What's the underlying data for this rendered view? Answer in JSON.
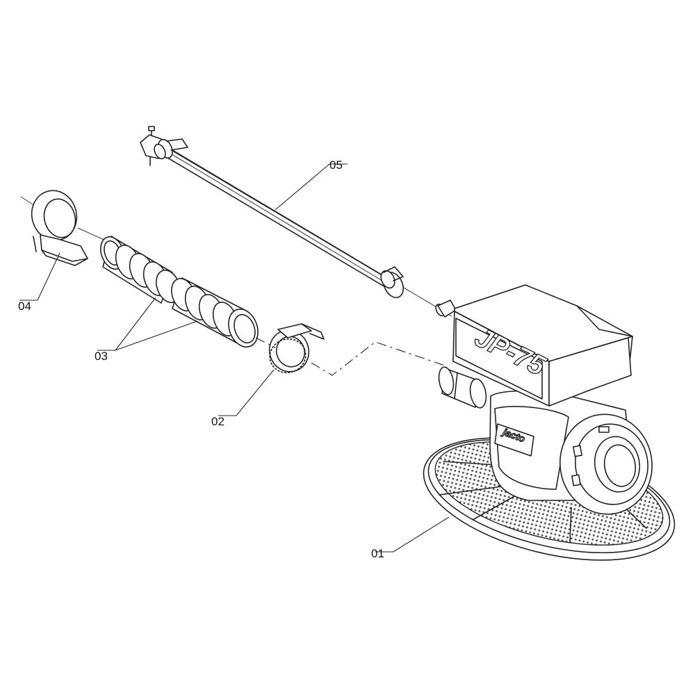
{
  "callouts": {
    "c01": "01",
    "c02": "02",
    "c03": "03",
    "c04": "04",
    "c05": "05"
  },
  "markings": {
    "model": "JP-75",
    "brand": "jacto"
  }
}
